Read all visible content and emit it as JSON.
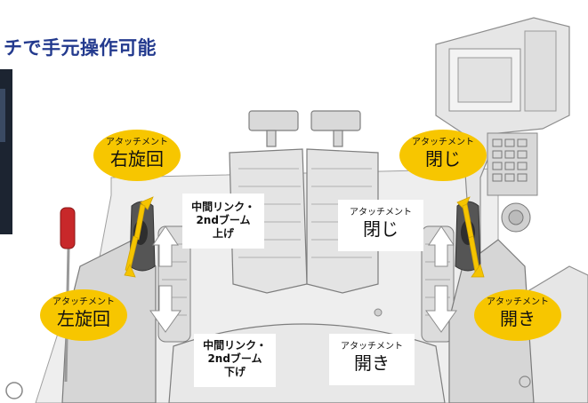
{
  "headline": "チで手元操作可能",
  "labels": {
    "top_left": {
      "small": "アタッチメント",
      "large": "右旋回"
    },
    "top_right": {
      "small": "アタッチメント",
      "large": "閉じ"
    },
    "bottom_left": {
      "small": "アタッチメント",
      "large": "左旋回"
    },
    "bottom_right": {
      "small": "アタッチメント",
      "large": "開き"
    }
  },
  "boxes": {
    "link_up": [
      "中間リンク・",
      "2ndブーム",
      "上げ"
    ],
    "link_down": [
      "中間リンク・",
      "2ndブーム",
      "下げ"
    ],
    "att_close": {
      "small": "アタッチメント",
      "large": "閉じ"
    },
    "att_open": {
      "small": "アタッチメント",
      "large": "開き"
    }
  },
  "colors": {
    "yellow": "#f7c600",
    "title_blue": "#233a8e",
    "line_gray": "#9a9a9a"
  }
}
